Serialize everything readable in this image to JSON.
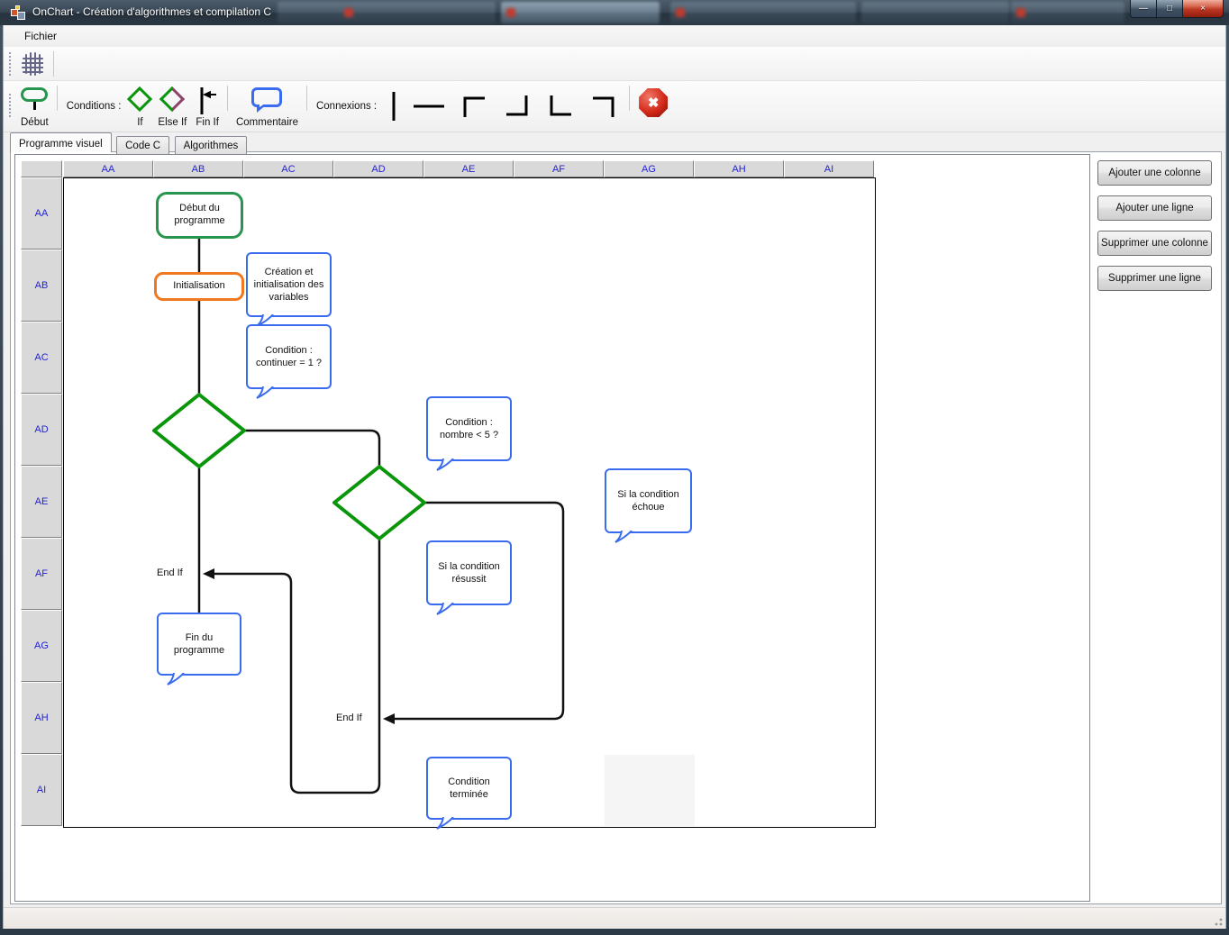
{
  "window": {
    "title": "OnChart - Création d'algorithmes et compilation C"
  },
  "menu": {
    "fichier": "Fichier"
  },
  "toolbar": {
    "debut": "Début",
    "conditions": "Conditions :",
    "if": "If",
    "else_if": "Else If",
    "fin_if": "Fin If",
    "commentaire": "Commentaire",
    "connexions": "Connexions :"
  },
  "tabs": {
    "programme_visuel": "Programme visuel",
    "code_c": "Code C",
    "algorithmes": "Algorithmes"
  },
  "grid": {
    "columns": [
      "AA",
      "AB",
      "AC",
      "AD",
      "AE",
      "AF",
      "AG",
      "AH",
      "AI"
    ],
    "rows": [
      "AA",
      "AB",
      "AC",
      "AD",
      "AE",
      "AF",
      "AG",
      "AH",
      "AI"
    ]
  },
  "side_panel": {
    "add_column": "Ajouter une colonne",
    "add_row": "Ajouter une ligne",
    "remove_column": "Supprimer une colonne",
    "remove_row": "Supprimer une ligne"
  },
  "flowchart": {
    "debut_node": "Début du programme",
    "initialisation_node": "Initialisation",
    "comment_creation": "Création et initialisation des variables",
    "comment_condition_continuer": "Condition : continuer = 1 ?",
    "comment_condition_nombre": "Condition : nombre < 5 ?",
    "comment_echoue": "Si la condition échoue",
    "comment_resussit": "Si la condition résussit",
    "comment_fin": "Fin du programme",
    "comment_terminee": "Condition terminée",
    "end_if_outer": "End If",
    "end_if_inner": "End If"
  },
  "icons": {
    "minimize": "—",
    "maximize": "□",
    "close": "×",
    "delete_x": "✖"
  },
  "colors": {
    "green": "#27954d",
    "diamond_green": "#0a960a",
    "orange": "#f07820",
    "blue": "#3a6cf0",
    "header_blue": "#2222dd"
  }
}
